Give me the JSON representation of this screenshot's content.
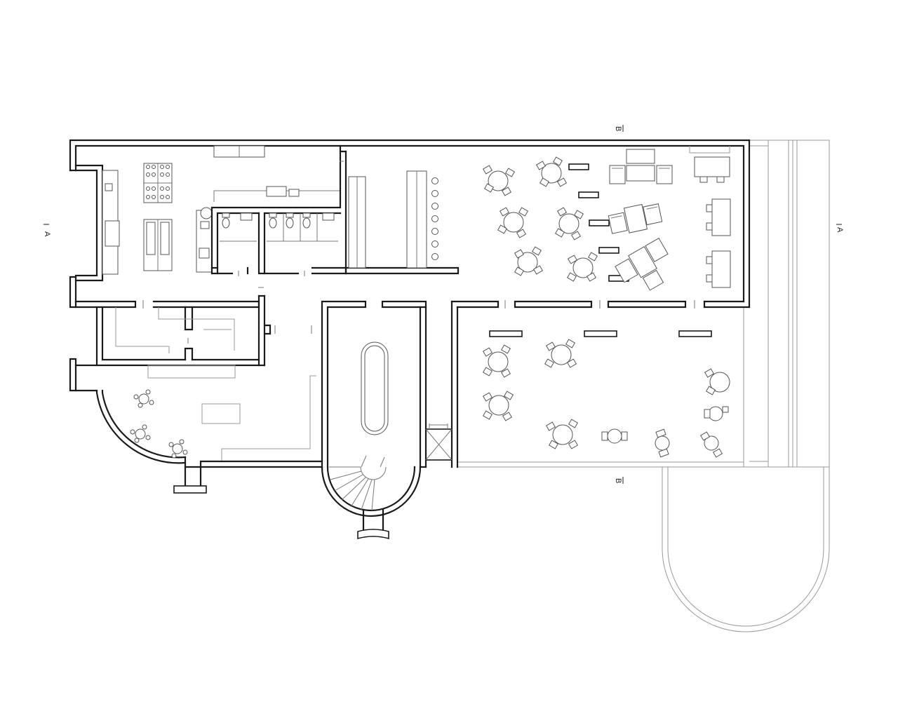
{
  "section_markers": {
    "a_left": "A",
    "a_right": "A",
    "b_top": "B",
    "b_bottom": "B"
  },
  "colors": {
    "wall": "#1a1a1a",
    "fixture": "#555555",
    "light_line": "#9a9a9a",
    "background": "#ffffff"
  }
}
